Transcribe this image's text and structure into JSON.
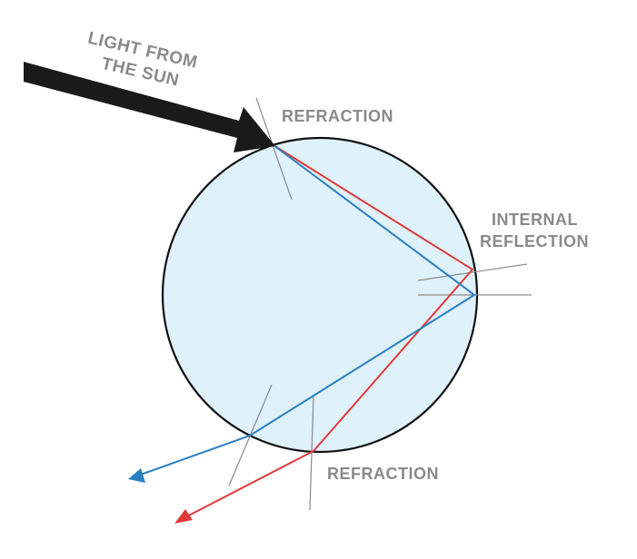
{
  "labels": {
    "sun_line1": "LIGHT FROM",
    "sun_line2": "THE SUN",
    "refraction_top": "REFRACTION",
    "internal_line1": "INTERNAL",
    "internal_line2": "REFLECTION",
    "refraction_bottom": "REFRACTION"
  },
  "colors": {
    "droplet_fill": "#dff1fa",
    "droplet_stroke": "#111111",
    "red_ray": "#e03a3a",
    "blue_ray": "#2a7fc1",
    "sun_arrow": "#1a1a1a",
    "normal_line": "#8a8a8a",
    "label_text": "#8a8a8a"
  }
}
